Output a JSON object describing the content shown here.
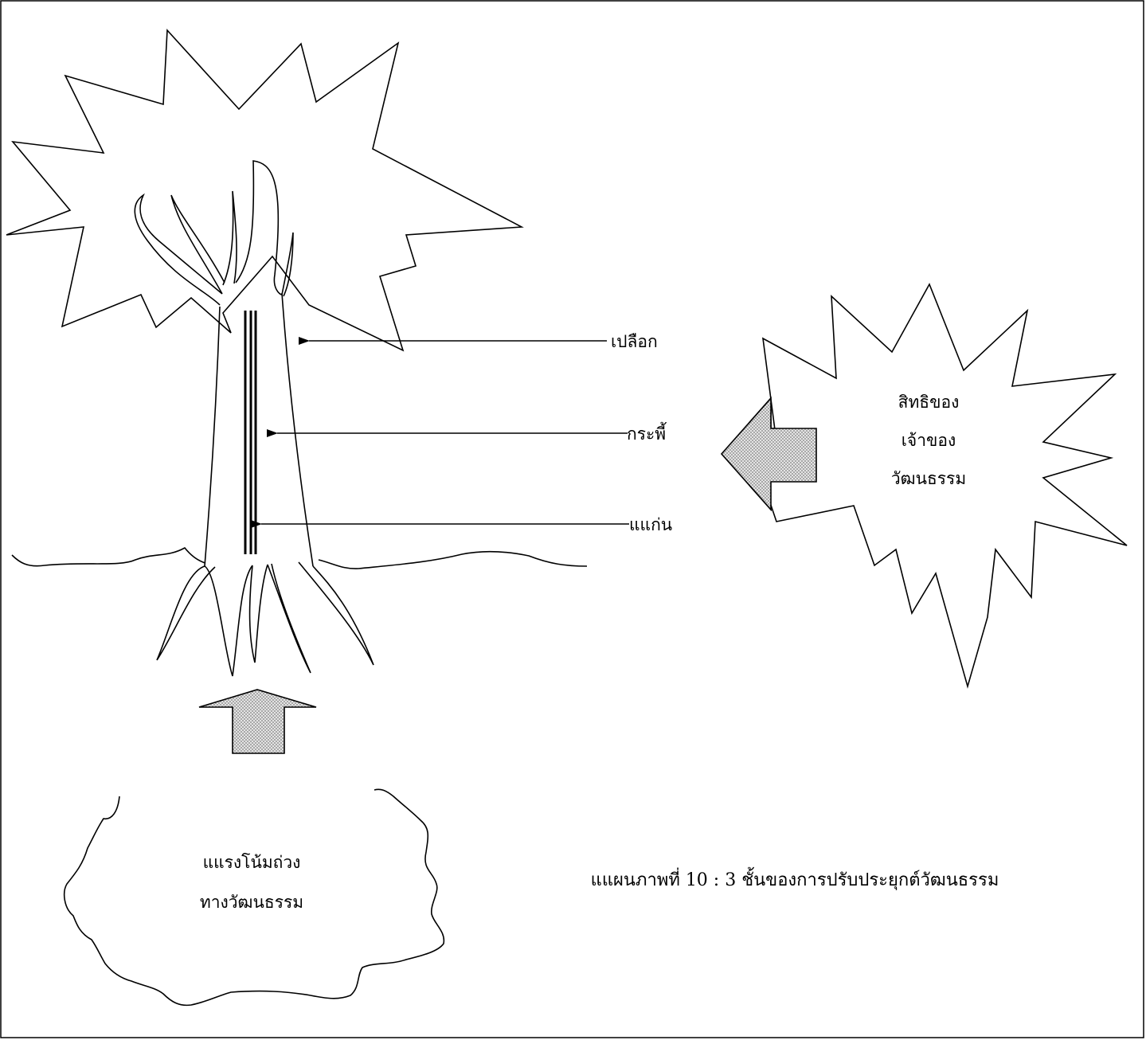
{
  "labels": {
    "bark": "เปลือก",
    "sapwood": "กระพี้",
    "heartwood": "แแก่น"
  },
  "burst_text": {
    "line1": "สิทธิของ",
    "line2": "เจ้าของ",
    "line3": "วัฒนธรรม"
  },
  "cloud_text": {
    "line1": "แแรงโน้มถ่วง",
    "line2": "ทางวัฒนธรรม"
  },
  "caption": "แแผนภาพที่ 10 : 3 ชั้นของการปรับประยุกต์วัฒนธรรม",
  "colors": {
    "stroke": "#000000",
    "arrow_fill_light": "#e4e4e4",
    "arrow_fill_dark": "#a8a8a8"
  }
}
